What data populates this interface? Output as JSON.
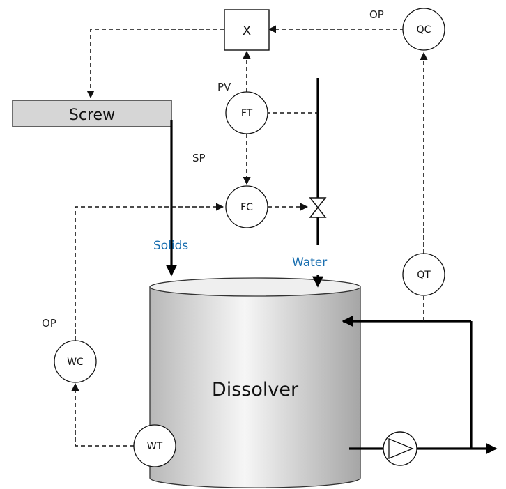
{
  "equipment": {
    "screw": "Screw",
    "vessel": "Dissolver",
    "multiplier": "X"
  },
  "instruments": {
    "qc": "QC",
    "ft": "FT",
    "fc": "FC",
    "qt": "QT",
    "wc": "WC",
    "wt": "WT"
  },
  "signals": {
    "op_top": "OP",
    "pv": "PV",
    "sp": "SP",
    "op_left": "OP"
  },
  "streams": {
    "solids": "Solids",
    "water": "Water"
  },
  "colors": {
    "stream_label": "#1a6fb0",
    "screw_fill": "#d6d6d6",
    "vessel_gradient": [
      "#b7b7b7",
      "#f7f7f7",
      "#a9a9a9"
    ]
  }
}
